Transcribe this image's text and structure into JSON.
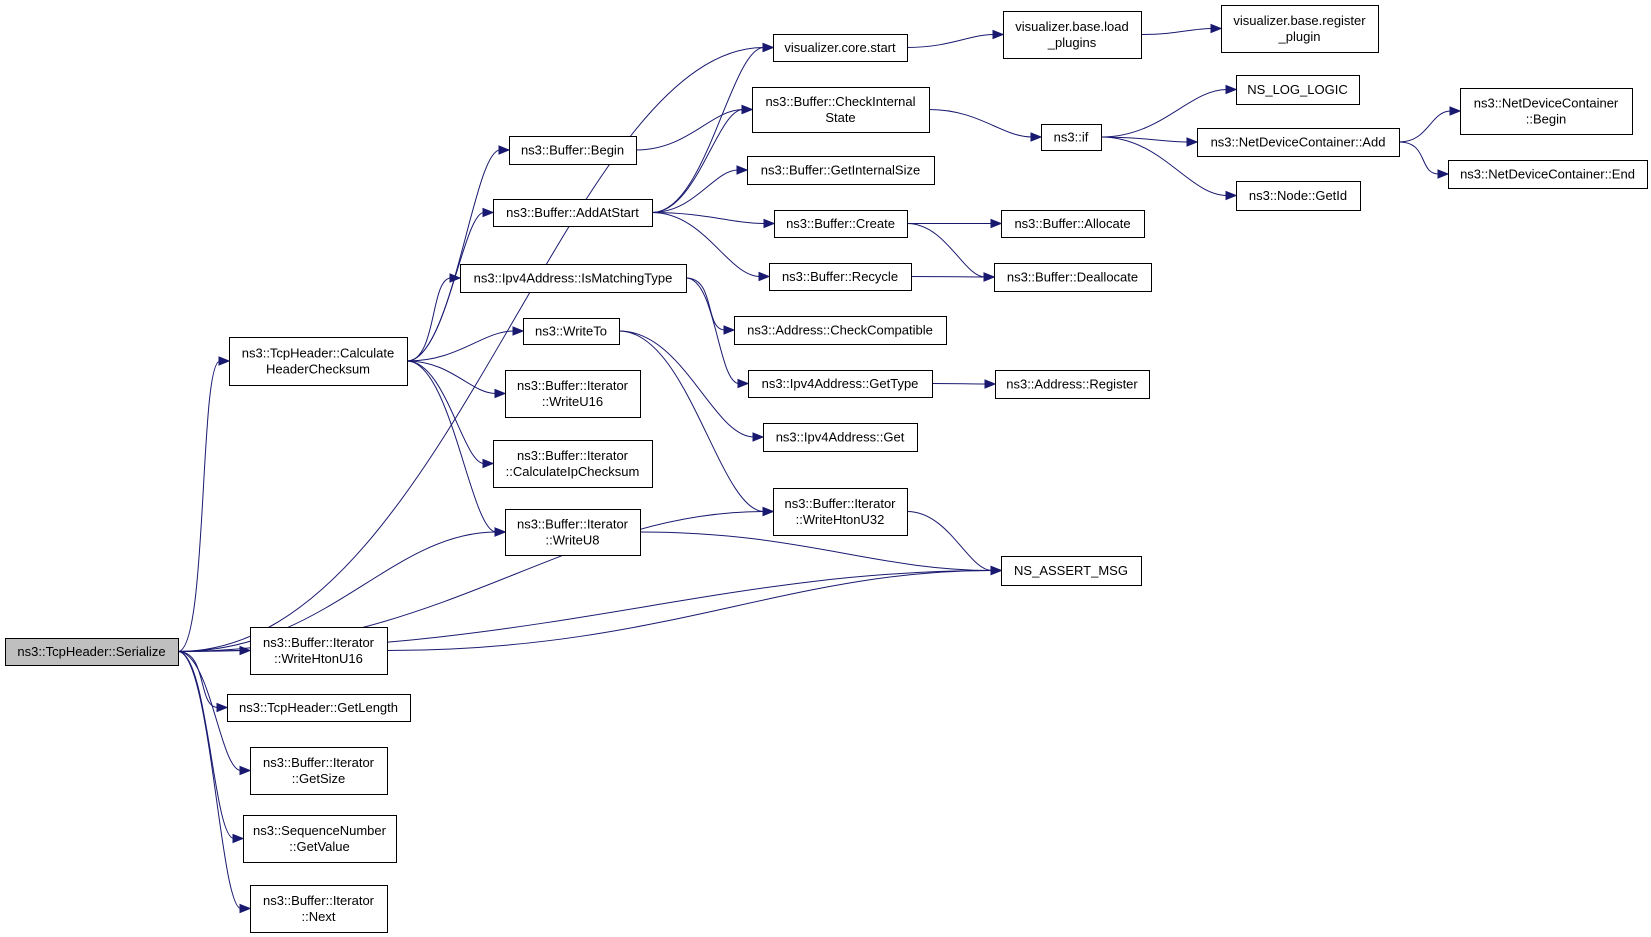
{
  "diagram": {
    "type": "call-graph",
    "colors": {
      "edge": "#191970",
      "root_fill": "#bfbfbf",
      "node_fill": "#ffffff",
      "border": "#000000"
    },
    "nodes": [
      {
        "id": "serialize",
        "lines": [
          "ns3::TcpHeader::Serialize"
        ],
        "root": true
      },
      {
        "id": "core_start",
        "lines": [
          "visualizer.core.start"
        ]
      },
      {
        "id": "load_plugins",
        "lines": [
          "visualizer.base.load",
          "_plugins"
        ]
      },
      {
        "id": "register_plugin",
        "lines": [
          "visualizer.base.register",
          "_plugin"
        ]
      },
      {
        "id": "check_internal",
        "lines": [
          "ns3::Buffer::CheckInternal",
          "State"
        ]
      },
      {
        "id": "begin",
        "lines": [
          "ns3::Buffer::Begin"
        ]
      },
      {
        "id": "get_internal_size",
        "lines": [
          "ns3::Buffer::GetInternalSize"
        ]
      },
      {
        "id": "add_at_start",
        "lines": [
          "ns3::Buffer::AddAtStart"
        ]
      },
      {
        "id": "create",
        "lines": [
          "ns3::Buffer::Create"
        ]
      },
      {
        "id": "allocate",
        "lines": [
          "ns3::Buffer::Allocate"
        ]
      },
      {
        "id": "recycle",
        "lines": [
          "ns3::Buffer::Recycle"
        ]
      },
      {
        "id": "deallocate",
        "lines": [
          "ns3::Buffer::Deallocate"
        ]
      },
      {
        "id": "is_matching",
        "lines": [
          "ns3::Ipv4Address::IsMatchingType"
        ]
      },
      {
        "id": "check_compatible",
        "lines": [
          "ns3::Address::CheckCompatible"
        ]
      },
      {
        "id": "get_type",
        "lines": [
          "ns3::Ipv4Address::GetType"
        ]
      },
      {
        "id": "addr_register",
        "lines": [
          "ns3::Address::Register"
        ]
      },
      {
        "id": "write_to",
        "lines": [
          "ns3::WriteTo"
        ]
      },
      {
        "id": "ipv4_get",
        "lines": [
          "ns3::Ipv4Address::Get"
        ]
      },
      {
        "id": "calc_header",
        "lines": [
          "ns3::TcpHeader::Calculate",
          "HeaderChecksum"
        ]
      },
      {
        "id": "write_u16",
        "lines": [
          "ns3::Buffer::Iterator",
          "::WriteU16"
        ]
      },
      {
        "id": "calc_ip",
        "lines": [
          "ns3::Buffer::Iterator",
          "::CalculateIpChecksum"
        ]
      },
      {
        "id": "write_u8",
        "lines": [
          "ns3::Buffer::Iterator",
          "::WriteU8"
        ]
      },
      {
        "id": "write_hton_u32",
        "lines": [
          "ns3::Buffer::Iterator",
          "::WriteHtonU32"
        ]
      },
      {
        "id": "assert_msg",
        "lines": [
          "NS_ASSERT_MSG"
        ]
      },
      {
        "id": "write_hton_u16",
        "lines": [
          "ns3::Buffer::Iterator",
          "::WriteHtonU16"
        ]
      },
      {
        "id": "get_length",
        "lines": [
          "ns3::TcpHeader::GetLength"
        ]
      },
      {
        "id": "get_size",
        "lines": [
          "ns3::Buffer::Iterator",
          "::GetSize"
        ]
      },
      {
        "id": "get_value",
        "lines": [
          "ns3::SequenceNumber",
          "::GetValue"
        ]
      },
      {
        "id": "next",
        "lines": [
          "ns3::Buffer::Iterator",
          "::Next"
        ]
      },
      {
        "id": "ns3_if",
        "lines": [
          "ns3::if"
        ]
      },
      {
        "id": "log_logic",
        "lines": [
          "NS_LOG_LOGIC"
        ]
      },
      {
        "id": "ndc_add",
        "lines": [
          "ns3::NetDeviceContainer::Add"
        ]
      },
      {
        "id": "node_getid",
        "lines": [
          "ns3::Node::GetId"
        ]
      },
      {
        "id": "ndc_begin",
        "lines": [
          "ns3::NetDeviceContainer",
          "::Begin"
        ]
      },
      {
        "id": "ndc_end",
        "lines": [
          "ns3::NetDeviceContainer::End"
        ]
      }
    ],
    "edges": [
      [
        "serialize",
        "core_start"
      ],
      [
        "serialize",
        "calc_header"
      ],
      [
        "serialize",
        "write_u8"
      ],
      [
        "serialize",
        "write_hton_u32"
      ],
      [
        "serialize",
        "assert_msg"
      ],
      [
        "serialize",
        "write_hton_u16"
      ],
      [
        "serialize",
        "get_length"
      ],
      [
        "serialize",
        "get_size"
      ],
      [
        "serialize",
        "get_value"
      ],
      [
        "serialize",
        "next"
      ],
      [
        "calc_header",
        "begin"
      ],
      [
        "calc_header",
        "add_at_start"
      ],
      [
        "calc_header",
        "is_matching"
      ],
      [
        "calc_header",
        "write_to"
      ],
      [
        "calc_header",
        "write_u16"
      ],
      [
        "calc_header",
        "calc_ip"
      ],
      [
        "calc_header",
        "write_u8"
      ],
      [
        "begin",
        "check_internal"
      ],
      [
        "add_at_start",
        "core_start"
      ],
      [
        "add_at_start",
        "check_internal"
      ],
      [
        "add_at_start",
        "get_internal_size"
      ],
      [
        "add_at_start",
        "create"
      ],
      [
        "add_at_start",
        "recycle"
      ],
      [
        "is_matching",
        "check_compatible"
      ],
      [
        "is_matching",
        "get_type"
      ],
      [
        "write_to",
        "ipv4_get"
      ],
      [
        "write_to",
        "write_hton_u32"
      ],
      [
        "write_u8",
        "assert_msg"
      ],
      [
        "write_hton_u32",
        "assert_msg"
      ],
      [
        "write_hton_u16",
        "assert_msg"
      ],
      [
        "core_start",
        "load_plugins"
      ],
      [
        "load_plugins",
        "register_plugin"
      ],
      [
        "check_internal",
        "ns3_if"
      ],
      [
        "create",
        "allocate"
      ],
      [
        "create",
        "deallocate"
      ],
      [
        "recycle",
        "deallocate"
      ],
      [
        "get_type",
        "addr_register"
      ],
      [
        "ns3_if",
        "log_logic"
      ],
      [
        "ns3_if",
        "ndc_add"
      ],
      [
        "ns3_if",
        "node_getid"
      ],
      [
        "ndc_add",
        "ndc_begin"
      ],
      [
        "ndc_add",
        "ndc_end"
      ]
    ]
  }
}
